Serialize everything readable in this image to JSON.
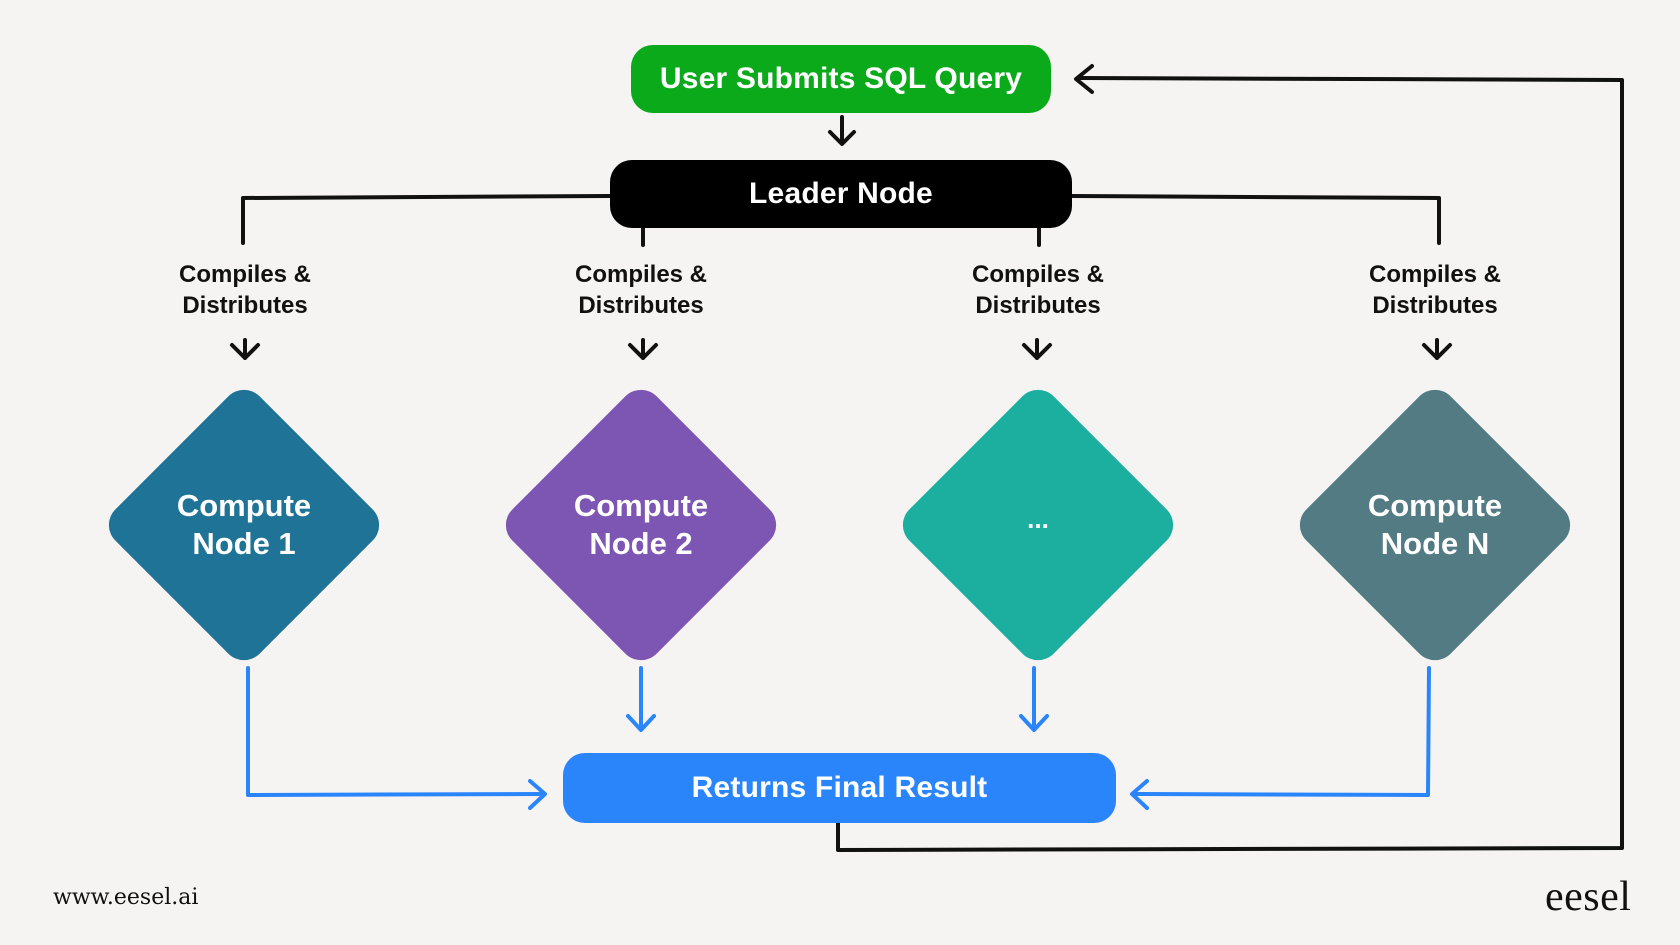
{
  "colors": {
    "background": "#f5f4f2",
    "user_query": "#0baa1b",
    "leader_node": "#000000",
    "final_result": "#2a85fb",
    "compute_1": "#1f7396",
    "compute_2": "#7d55b3",
    "compute_ellipsis": "#1caf9f",
    "compute_n": "#527b83",
    "black_line": "#111111",
    "blue_line": "#2a85fb"
  },
  "diagram": {
    "user_query": "User Submits SQL Query",
    "leader_node": "Leader Node",
    "branches": [
      {
        "label_line1": "Compiles &",
        "label_line2": "Distributes",
        "node_line1": "Compute",
        "node_line2": "Node 1"
      },
      {
        "label_line1": "Compiles &",
        "label_line2": "Distributes",
        "node_line1": "Compute",
        "node_line2": "Node 2"
      },
      {
        "label_line1": "Compiles &",
        "label_line2": "Distributes",
        "node_line1": "...",
        "node_line2": ""
      },
      {
        "label_line1": "Compiles &",
        "label_line2": "Distributes",
        "node_line1": "Compute",
        "node_line2": "Node N"
      }
    ],
    "final_result": "Returns Final Result"
  },
  "footer": {
    "url": "www.eesel.ai",
    "logo": "eesel"
  }
}
